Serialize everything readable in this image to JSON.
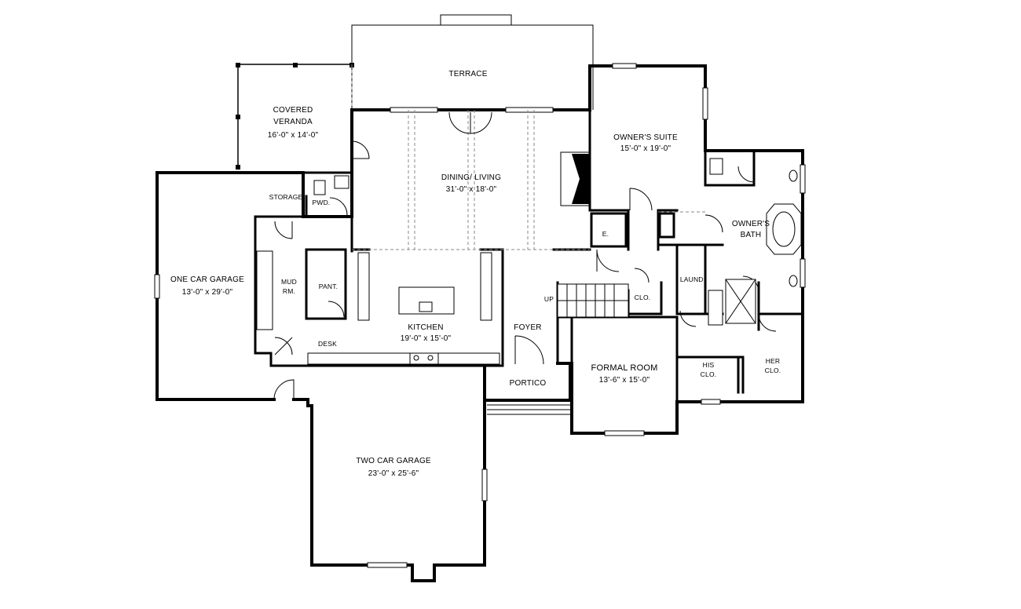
{
  "rooms": {
    "terrace": {
      "name": "TERRACE"
    },
    "covered_veranda": {
      "name_line1": "COVERED",
      "name_line2": "VERANDA",
      "size": "16'-0\" x 14'-0\""
    },
    "owners_suite": {
      "name": "OWNER'S SUITE",
      "size": "15'-0\" x 19'-0\""
    },
    "dining_living": {
      "name": "DINING/ LIVING",
      "size": "31'-0\" x 18'-0\""
    },
    "storage": {
      "name": "STORAGE"
    },
    "pwd": {
      "name": "PWD."
    },
    "one_car_garage": {
      "name": "ONE CAR GARAGE",
      "size": "13'-0\" x 29'-0\""
    },
    "mud_room": {
      "name_line1": "MUD",
      "name_line2": "RM."
    },
    "pantry": {
      "name": "PANT."
    },
    "kitchen": {
      "name": "KITCHEN",
      "size": "19'-0\" x 15'-0\""
    },
    "desk": {
      "name": "DESK"
    },
    "foyer": {
      "name": "FOYER"
    },
    "stair_up": {
      "name": "UP"
    },
    "elevator": {
      "name": "E."
    },
    "closet": {
      "name": "CLO."
    },
    "laundry": {
      "name": "LAUND."
    },
    "owners_bath": {
      "name_line1": "OWNER'S",
      "name_line2": "BATH"
    },
    "his_closet": {
      "name_line1": "HIS",
      "name_line2": "CLO."
    },
    "her_closet": {
      "name_line1": "HER",
      "name_line2": "CLO."
    },
    "formal_room": {
      "name": "FORMAL ROOM",
      "size": "13'-6\" x 15'-0\""
    },
    "portico": {
      "name": "PORTICO"
    },
    "two_car_garage": {
      "name": "TWO CAR GARAGE",
      "size": "23'-0\" x 25'-6\""
    }
  }
}
